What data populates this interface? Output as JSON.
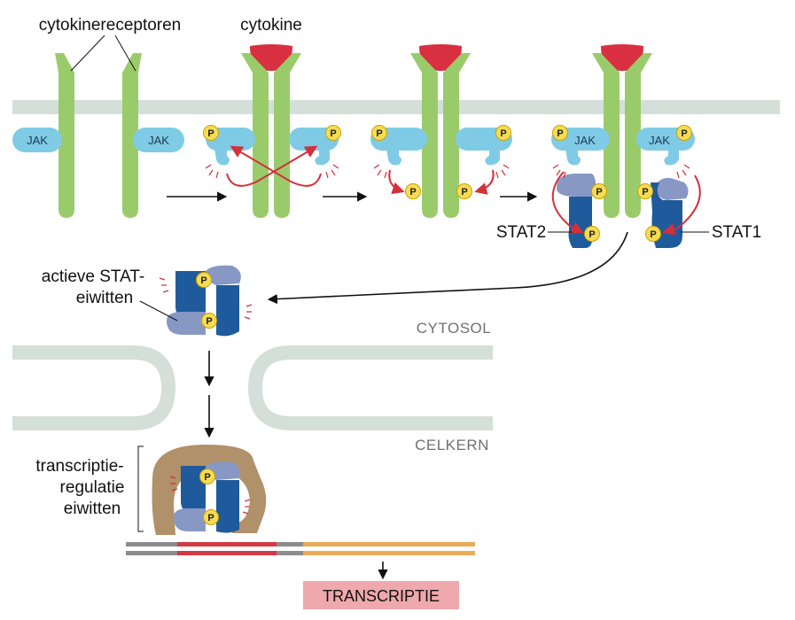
{
  "labels": {
    "receptors": "cytokinereceptoren",
    "cytokine": "cytokine",
    "jak": "JAK",
    "phospho": "P",
    "stat2": "STAT2",
    "stat1": "STAT1",
    "active_stat_line1": "actieve STAT-",
    "active_stat_line2": "eiwitten",
    "cytosol": "CYTOSOL",
    "nucleus": "CELKERN",
    "tr_line1": "transcriptie-",
    "tr_line2": "regulatie",
    "tr_line3": "eiwitten",
    "transcription": "TRANSCRIPTIE"
  },
  "colors": {
    "membrane": "#d3dfd8",
    "receptor": "#9acb6a",
    "cytokine": "#d83040",
    "jak": "#7fcbe6",
    "phosphate": "#f7dc53",
    "stat_dark": "#1f5b9c",
    "stat_light": "#8898c4",
    "transcription_factor": "#b0916a",
    "dna_gray": "#8c8c8c",
    "dna_red": "#d23a46",
    "dna_orange": "#e8ac58",
    "transcription_box": "#efa8ad",
    "arrow_red": "#d3303a"
  }
}
